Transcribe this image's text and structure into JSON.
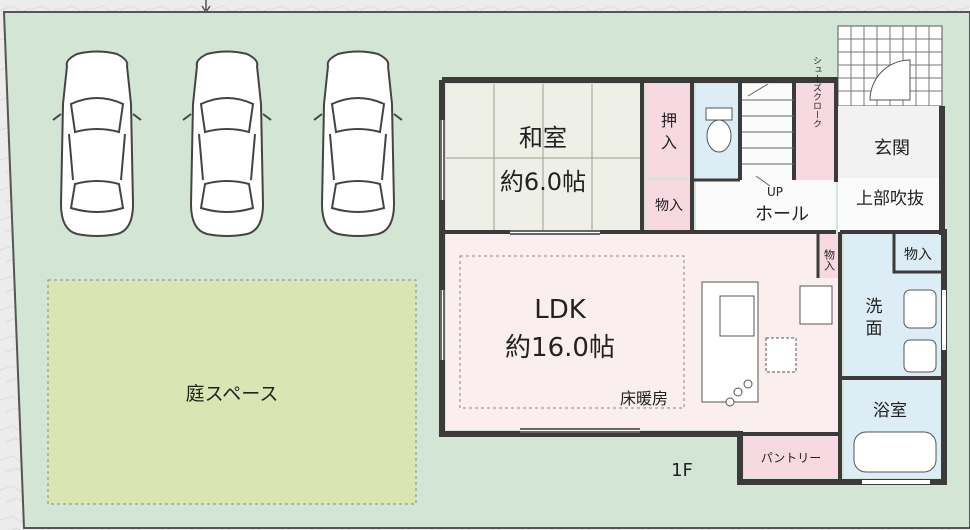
{
  "plan": {
    "floor": "1F",
    "garden": "庭スペース",
    "washitsu": {
      "name": "和室",
      "size": "約6.0帖"
    },
    "ldk": {
      "name": "LDK",
      "size": "約16.0帖",
      "heating": "床暖房"
    },
    "oshiire": "押入",
    "storage_main": "物入",
    "storage_small": "物入",
    "storage_genkan": "物入",
    "hall": "ホール",
    "up": "UP",
    "genkan": "玄関",
    "fukinuke": "上部吹抜",
    "shoes_closet": "シューズクローク",
    "senmen": "洗面",
    "yokushitsu": "浴室",
    "pantry": "パントリー"
  },
  "colors": {
    "site": "#d3e6d6",
    "garden": "#d9e6b4",
    "ldk": "#fbeeee",
    "washitsu": "#eef0e7",
    "wet": "#dcedf6",
    "pink": "#f7d9e1",
    "wall": "#3b3b3b"
  }
}
